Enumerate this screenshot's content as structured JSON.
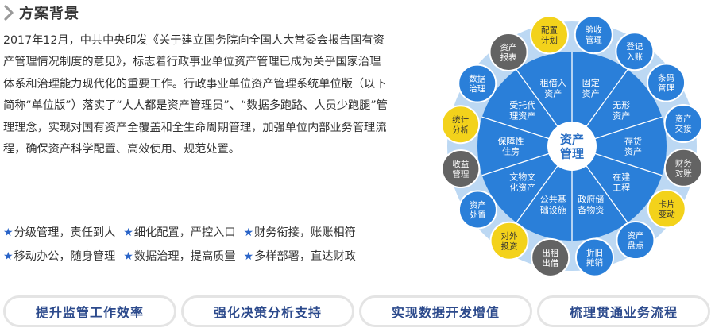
{
  "section": {
    "title": "方案背景",
    "chevron_icon": "chevron-right-icon"
  },
  "intro_text": "2017年12月，中共中央印发《关于建立国务院向全国人大常委会报告国有资产管理情况制度的意见》，标志着行政事业单位资产管理已成为关乎国家治理体系和治理能力现代化的重要工作。行政事业单位资产管理系统单位版（以下简称“单位版”）落实了“人人都是资产管理员”、“数据多跑路、人员少跑腿”管理理念，实现对国有资产全覆盖和全生命周期管理，加强单位内部业务管理流程，确保资产科学配置、高效使用、规范处置。",
  "features": [
    [
      "分级管理，责任到人",
      "细化配置，严控入口",
      "财务衔接，账账相符"
    ],
    [
      "移动办公，随身管理",
      "数据治理，提高质量",
      "多样部署，直达财政"
    ]
  ],
  "wheel": {
    "center": [
      "资产",
      "管理"
    ],
    "inner": [
      [
        "固定",
        "资产"
      ],
      [
        "无形",
        "资产"
      ],
      [
        "存货",
        "资产"
      ],
      [
        "在建",
        "工程"
      ],
      [
        "政府储",
        "备物资"
      ],
      [
        "公共基",
        "础设施"
      ],
      [
        "文物文",
        "化资产"
      ],
      [
        "保障性",
        "住房"
      ],
      [
        "受托代",
        "理资产"
      ],
      [
        "租借入",
        "资产"
      ]
    ],
    "outer": [
      {
        "label": [
          "配置",
          "计划"
        ],
        "style": "yellow"
      },
      {
        "label": [
          "验收",
          "管理"
        ],
        "style": "blue"
      },
      {
        "label": [
          "登记",
          "入账"
        ],
        "style": "blue"
      },
      {
        "label": [
          "条码",
          "管理"
        ],
        "style": "blue"
      },
      {
        "label": [
          "资产",
          "交接"
        ],
        "style": "blue"
      },
      {
        "label": [
          "财务",
          "对账"
        ],
        "style": "gray"
      },
      {
        "label": [
          "卡片",
          "变动"
        ],
        "style": "yellow"
      },
      {
        "label": [
          "资产",
          "盘点"
        ],
        "style": "blue"
      },
      {
        "label": [
          "折旧",
          "摊销"
        ],
        "style": "blue"
      },
      {
        "label": [
          "出租",
          "出借"
        ],
        "style": "gray"
      },
      {
        "label": [
          "对外",
          "投资"
        ],
        "style": "yellow"
      },
      {
        "label": [
          "资产",
          "处置"
        ],
        "style": "blue"
      },
      {
        "label": [
          "收益",
          "管理"
        ],
        "style": "gray"
      },
      {
        "label": [
          "统计",
          "分析"
        ],
        "style": "yellow"
      },
      {
        "label": [
          "数据",
          "治理"
        ],
        "style": "blue"
      },
      {
        "label": [
          "资产",
          "报表"
        ],
        "style": "gray"
      }
    ],
    "colors": {
      "ring_outer": "#bcd8f3",
      "wheel_fill": "#2a7fd9",
      "center_fill": "#ffffff",
      "center_text": "#2a6fc4",
      "blue": "#2a7fd9",
      "yellow": "#f3d21b",
      "gray": "#636363"
    }
  },
  "pills": [
    "提升监管工作效率",
    "强化决策分析支持",
    "实现数据开发增值",
    "梳理贯通业务流程"
  ]
}
